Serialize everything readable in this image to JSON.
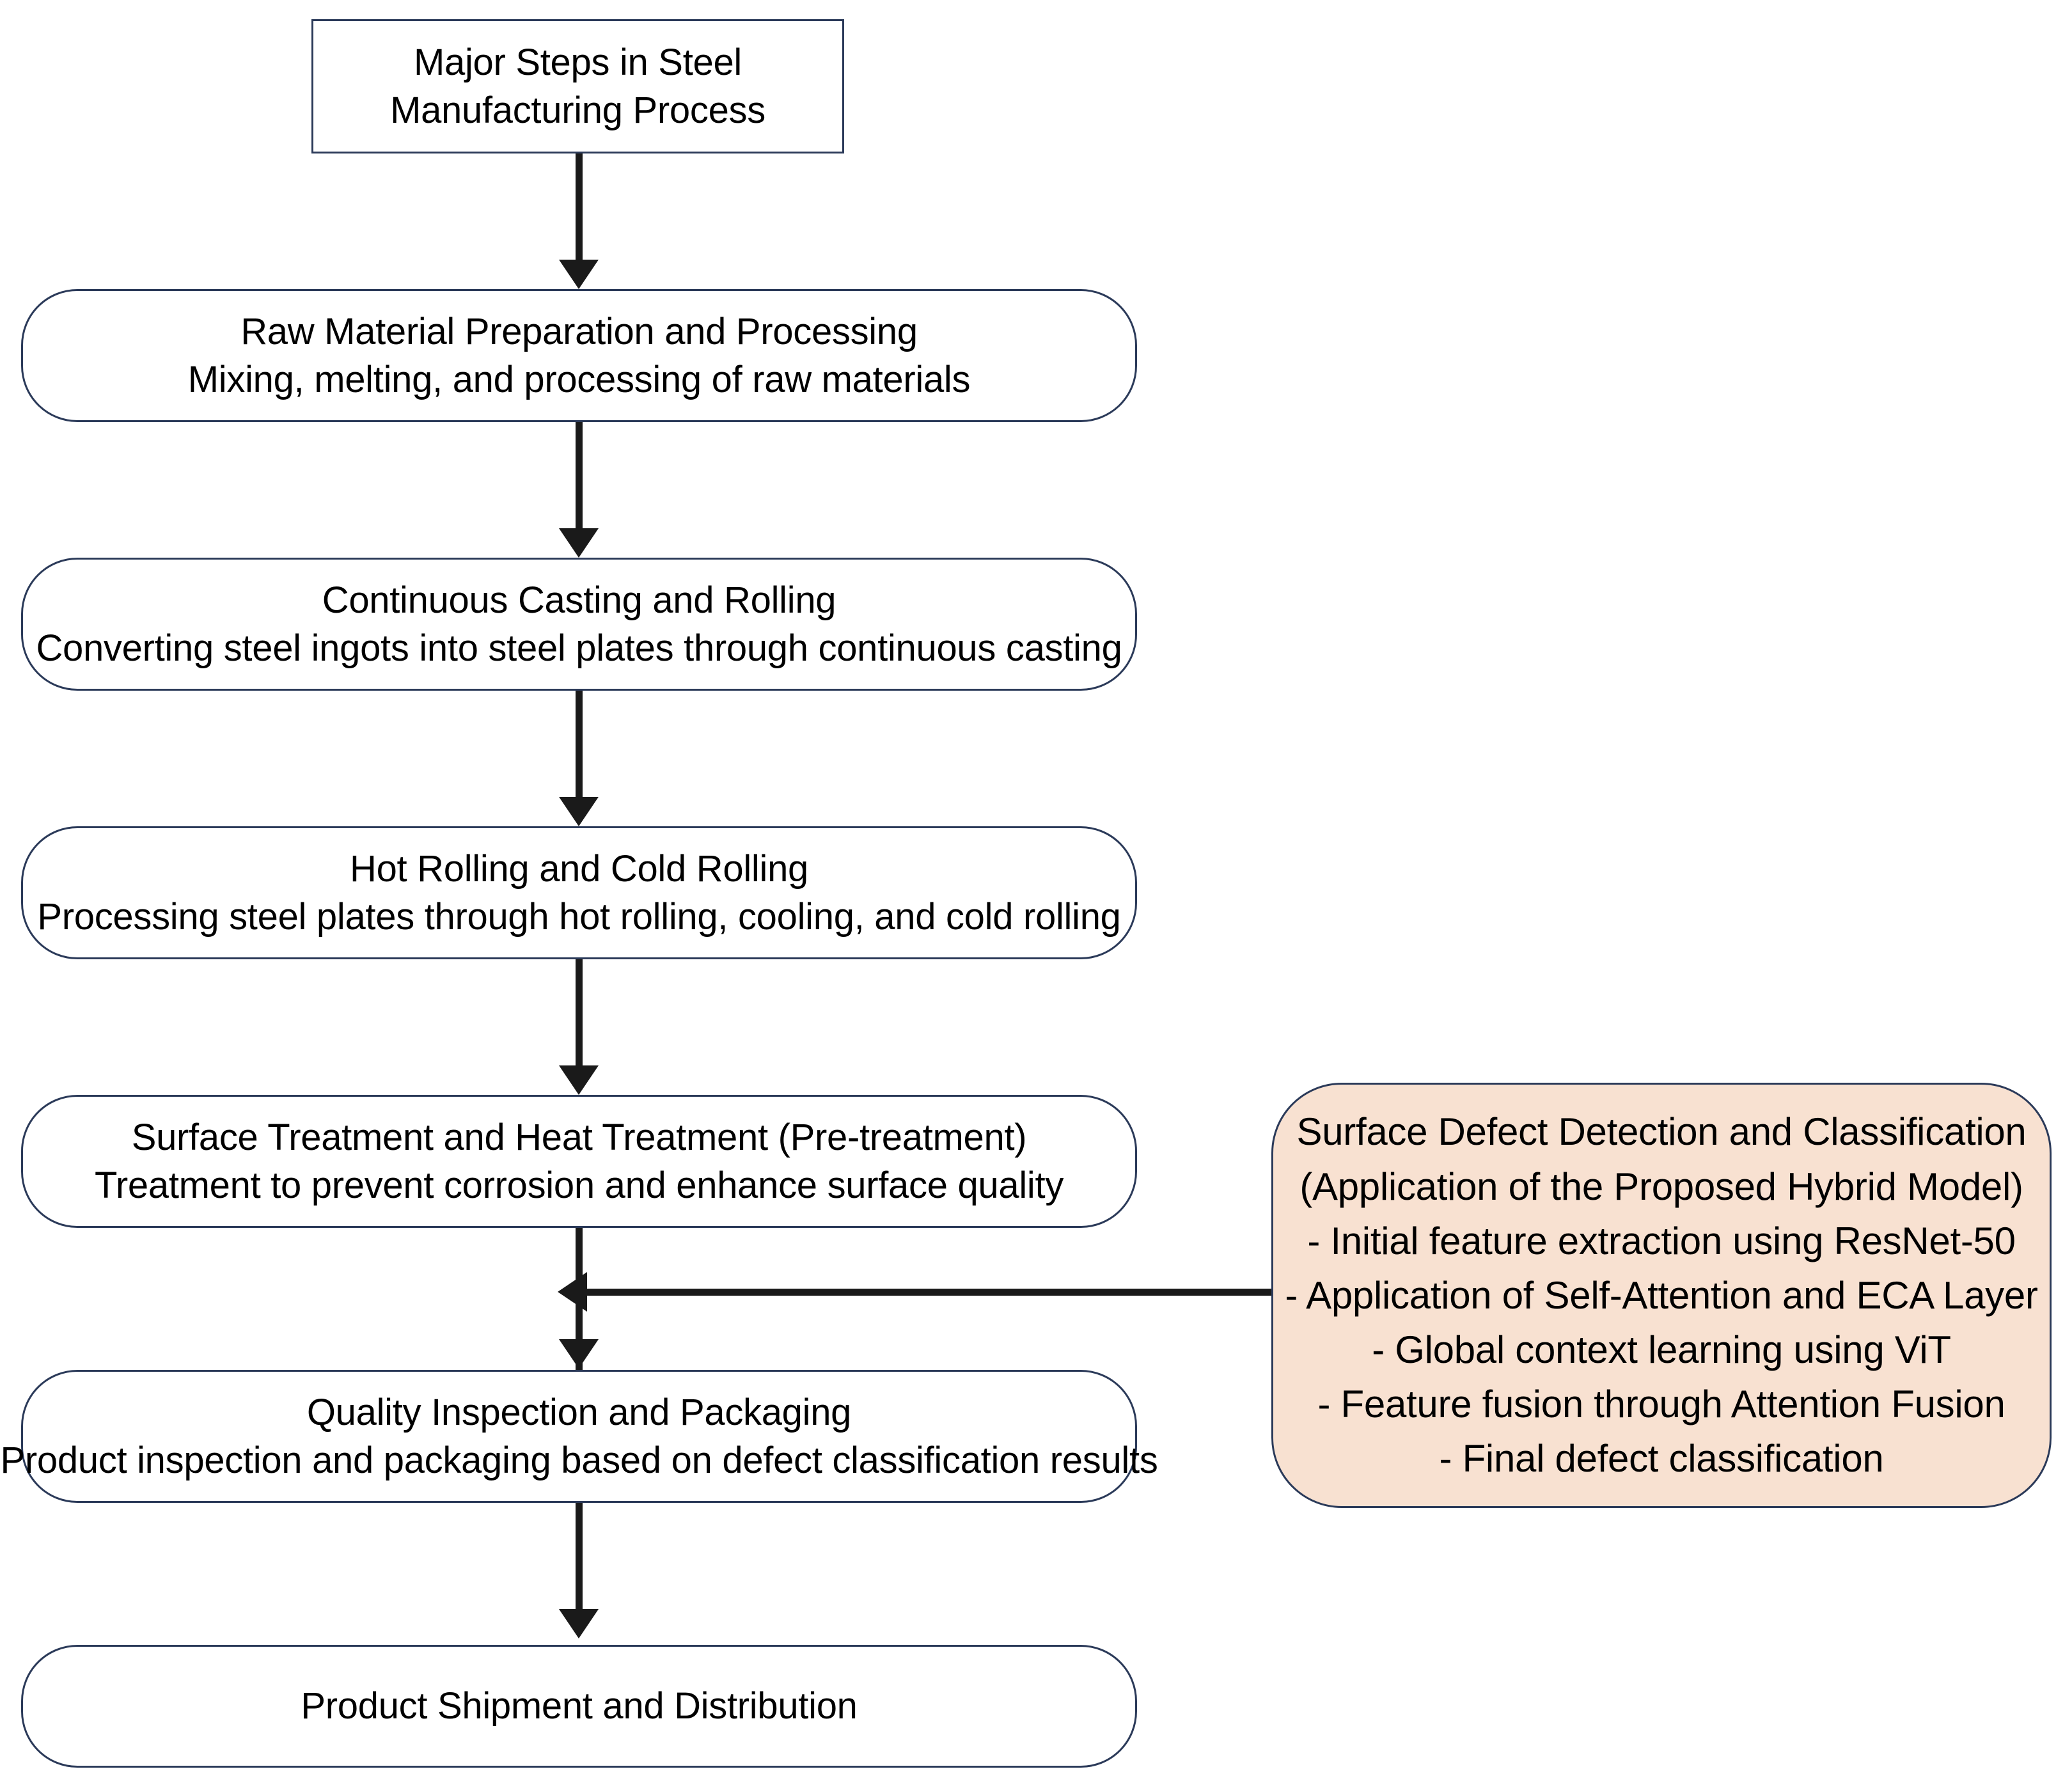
{
  "diagram": {
    "title_node": {
      "lines": [
        "Major Steps in Steel",
        "Manufacturing Process"
      ]
    },
    "steps": [
      {
        "id": "raw-material-preparation",
        "lines": [
          "Raw Material Preparation and Processing",
          "Mixing, melting, and processing of raw materials"
        ]
      },
      {
        "id": "continuous-casting-and-rolling",
        "lines": [
          "Continuous Casting and Rolling",
          "Converting steel ingots into steel plates through continuous casting"
        ]
      },
      {
        "id": "hot-rolling-and-cold-rolling",
        "lines": [
          "Hot Rolling and Cold Rolling",
          "Processing steel plates through hot rolling, cooling, and cold rolling"
        ]
      },
      {
        "id": "surface-and-heat-treatment",
        "lines": [
          "Surface Treatment and Heat Treatment (Pre-treatment)",
          "Treatment to prevent corrosion and enhance surface quality"
        ]
      },
      {
        "id": "quality-inspection-and-packaging",
        "lines": [
          "Quality Inspection and Packaging",
          "Product inspection and packaging based on defect classification results"
        ]
      },
      {
        "id": "product-shipment-and-distribution",
        "lines": [
          "Product Shipment and Distribution"
        ]
      }
    ],
    "side_node": {
      "id": "surface-defect-detection",
      "lines": [
        "Surface Defect Detection and Classification",
        "(Application of the Proposed Hybrid Model)",
        "- Initial feature extraction using ResNet-50",
        "- Application of Self-Attention and ECA Layer",
        "- Global context learning using ViT",
        "-   Feature fusion through Attention Fusion",
        "- Final defect classification"
      ]
    },
    "colors": {
      "node_border": "#2b3a59",
      "node_fill": "#ffffff",
      "side_node_fill": "#f8e1d1",
      "connector": "#1a1a1a",
      "text": "#000000"
    }
  }
}
